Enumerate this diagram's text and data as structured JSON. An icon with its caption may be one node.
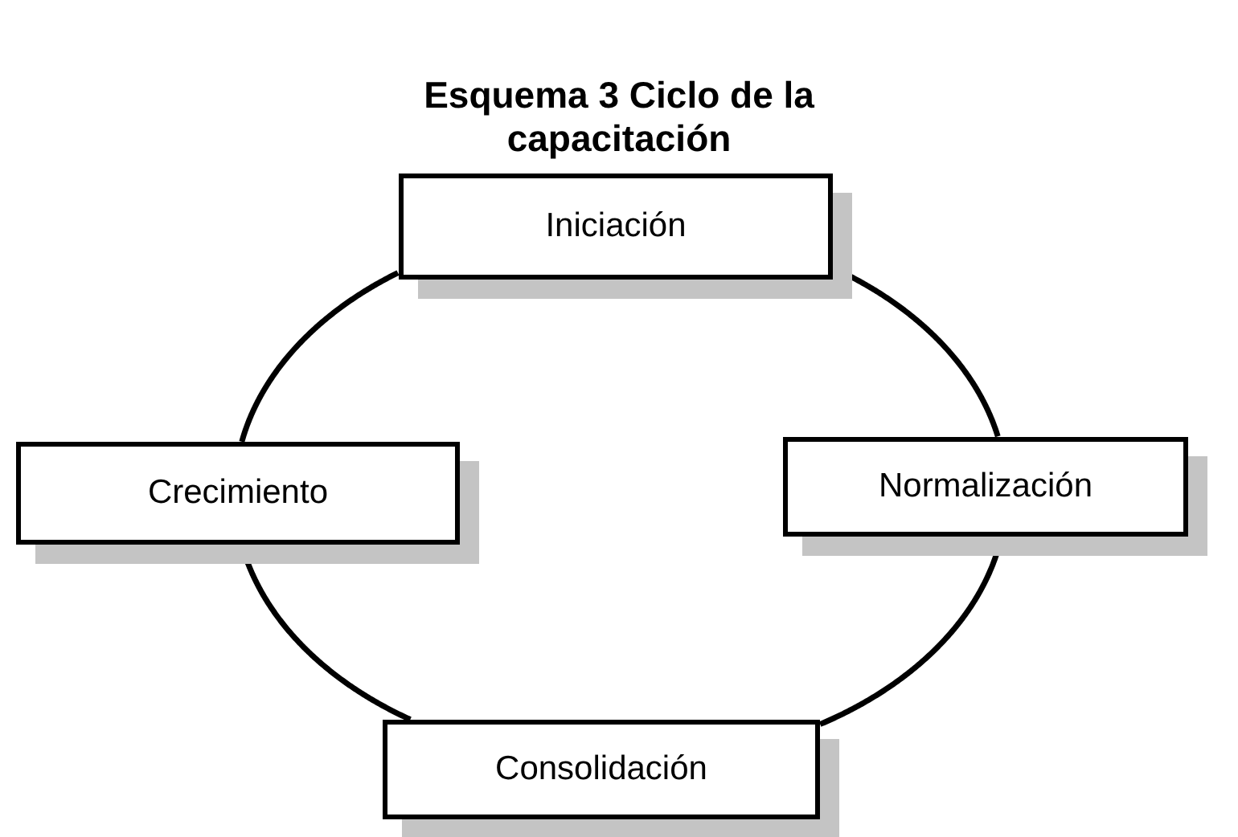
{
  "diagram": {
    "title": "Esquema 3 Ciclo de la capacitación",
    "nodes": [
      {
        "text": [
          "Iniciación"
        ]
      },
      {
        "text": [
          "Normalización"
        ]
      },
      {
        "text": [
          "Crecimiento"
        ]
      },
      {
        "text": [
          "Consolidación"
        ]
      }
    ],
    "edges": [
      {
        "from": 0,
        "to": 1,
        "arrow": "none"
      },
      {
        "from": 1,
        "to": 3,
        "arrow": "none"
      },
      {
        "from": 3,
        "to": 2,
        "arrow": "none"
      },
      {
        "from": 2,
        "to": 0,
        "arrow": "none"
      }
    ]
  }
}
